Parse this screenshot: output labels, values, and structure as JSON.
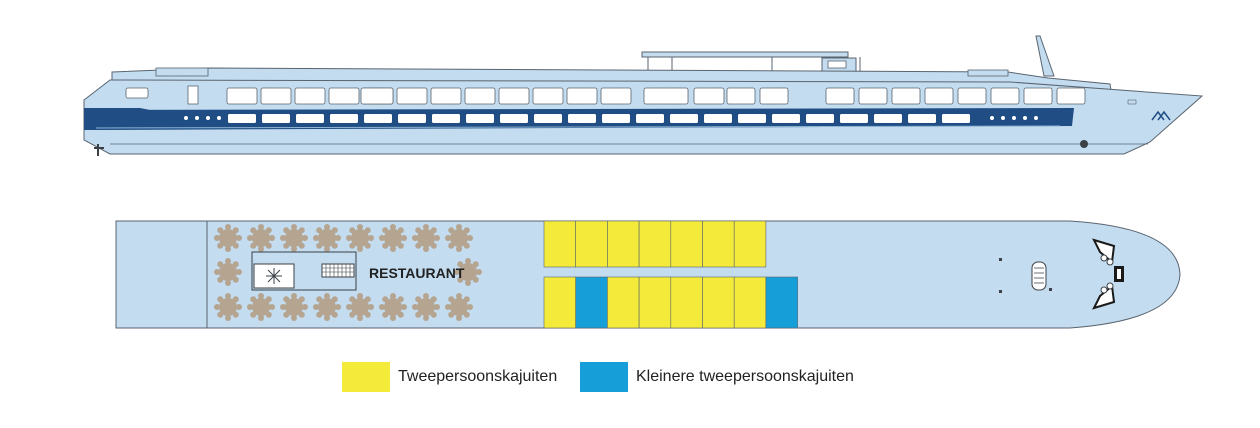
{
  "colors": {
    "hull": "#c3dcef",
    "hull_outline": "#5a6570",
    "navy": "#1f4d84",
    "cabin_double": "#f4ea3a",
    "cabin_small": "#159ed8",
    "table": "#b5a48f"
  },
  "deck_plan": {
    "restaurant_label": "RESTAURANT",
    "icons": [
      "snowflake-icon",
      "grill-icon",
      "helm-icon",
      "stairs-icon"
    ]
  },
  "legend": [
    {
      "label": "Tweepersoonskajuiten",
      "color": "#f4ea3a"
    },
    {
      "label": "Kleinere tweepersoonskajuiten",
      "color": "#159ed8"
    }
  ],
  "cabins": {
    "upper": [
      "double",
      "double",
      "double",
      "double",
      "double",
      "double",
      "double"
    ],
    "lower": [
      "double",
      "small",
      "double",
      "double",
      "double",
      "double",
      "double",
      "small"
    ]
  }
}
